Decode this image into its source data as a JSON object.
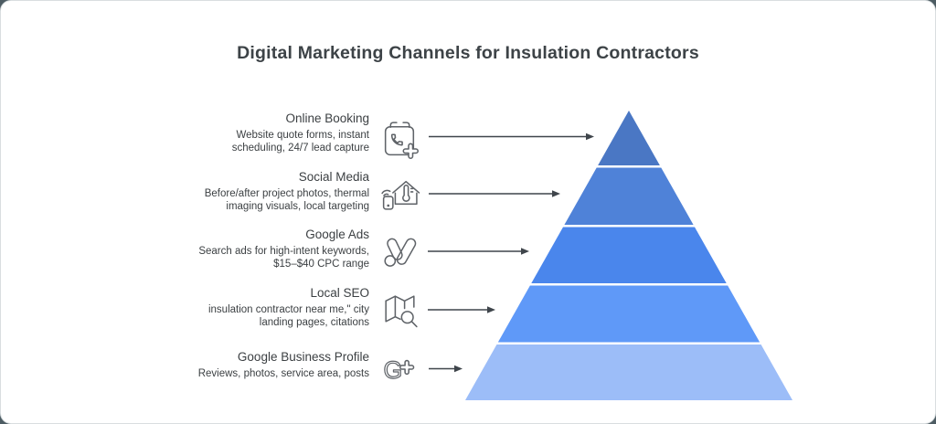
{
  "title": "Digital Marketing Channels for Insulation Contractors",
  "theme": {
    "title_color": "#3d4347",
    "text_color": "#3c4043",
    "icon_color": "#5f6368",
    "arrow_color": "#3f454b",
    "card_background": "#ffffff",
    "page_background": "#4d5c63",
    "divider_color": "#ffffff"
  },
  "levels": [
    {
      "label": "Online Booking",
      "description": "Website quote forms, instant\nscheduling, 24/7 lead capture",
      "icon": "calendar-phone-plus-icon",
      "color": "#4A77C4"
    },
    {
      "label": "Social Media",
      "description": "Before/after project photos, thermal\nimaging visuals, local targeting",
      "icon": "home-thermometer-icon",
      "color": "#4F82D8"
    },
    {
      "label": "Google Ads",
      "description": "Search ads for high-intent keywords,\n$15–$40 CPC range",
      "icon": "google-ads-icon",
      "color": "#4A86EC"
    },
    {
      "label": "Local SEO",
      "description": "insulation contractor near me,\" city\nlanding pages, citations",
      "icon": "map-search-icon",
      "color": "#5F99F8"
    },
    {
      "label": "Google Business Profile",
      "description": "Reviews, photos, service area, posts",
      "icon": "google-plus-icon",
      "color": "#9CBDF8"
    }
  ]
}
